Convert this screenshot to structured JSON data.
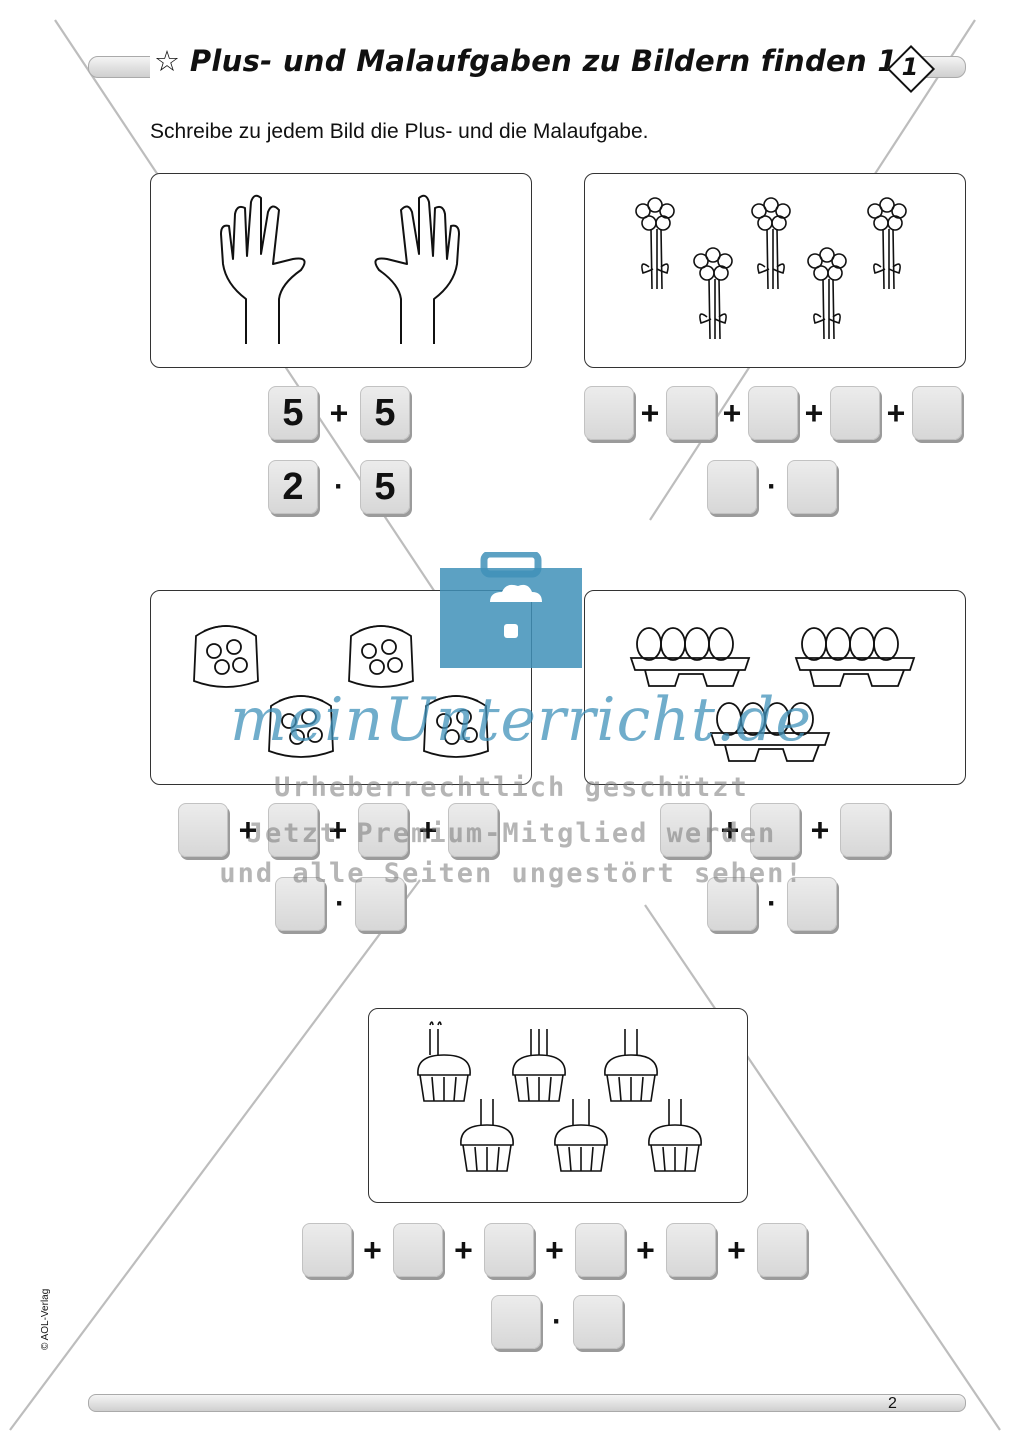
{
  "header": {
    "title": "Plus- und Malaufgaben zu Bildern finden 1",
    "number": "1"
  },
  "instruction": "Schreibe zu jedem Bild die Plus- und die Malaufgabe.",
  "tasks": [
    {
      "picture": "two-hands",
      "plus": [
        "5",
        "5"
      ],
      "times": [
        "2",
        "5"
      ]
    },
    {
      "picture": "five-flower-bouquets",
      "plus": [
        "",
        "",
        "",
        "",
        ""
      ],
      "times": [
        "",
        ""
      ]
    },
    {
      "picture": "four-coin-bags",
      "plus": [
        "",
        "",
        "",
        ""
      ],
      "times": [
        "",
        ""
      ]
    },
    {
      "picture": "three-egg-cartons",
      "plus": [
        "",
        "",
        ""
      ],
      "times": [
        "",
        ""
      ]
    },
    {
      "picture": "six-cupcakes-with-candles",
      "plus": [
        "",
        "",
        "",
        "",
        "",
        ""
      ],
      "times": [
        "",
        ""
      ]
    }
  ],
  "operators": {
    "plus": "+",
    "times": "·"
  },
  "watermark": {
    "logo": "meinUnterricht.de",
    "line1": "Urheberrechtlich geschützt",
    "line2": "Jetzt Premium-Mitglied werden",
    "line3": "und alle Seiten ungestört sehen!"
  },
  "footer": {
    "page": "2",
    "copyright": "© AOL-Verlag"
  },
  "colors": {
    "tile": "#dddddd",
    "watermark_blue": "#4a93bb"
  }
}
